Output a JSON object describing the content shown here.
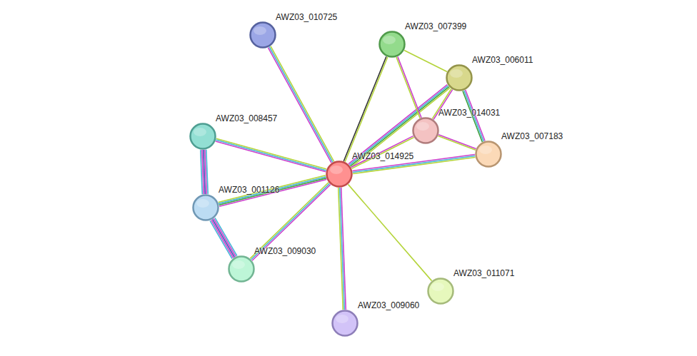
{
  "diagram": {
    "nodes": [
      {
        "text": [
          "AWZ03_010725"
        ]
      },
      {
        "text": [
          "AWZ03_007399"
        ]
      },
      {
        "text": [
          "AWZ03_006011"
        ]
      },
      {
        "text": [
          "AWZ03_014031"
        ]
      },
      {
        "text": [
          "AWZ03_008457"
        ]
      },
      {
        "text": [
          "AWZ03_007183"
        ]
      },
      {
        "text": [
          "AWZ03_014925"
        ]
      },
      {
        "text": [
          "AWZ03_001126"
        ]
      },
      {
        "text": [
          "AWZ03_009030"
        ]
      },
      {
        "text": [
          "AWZ03_011071"
        ]
      },
      {
        "text": [
          "AWZ03_009060"
        ]
      }
    ],
    "edges": [
      {
        "from": 6,
        "to": 0,
        "arrow": "none"
      },
      {
        "from": 6,
        "to": 1,
        "arrow": "none"
      },
      {
        "from": 6,
        "to": 2,
        "arrow": "none"
      },
      {
        "from": 6,
        "to": 3,
        "arrow": "none"
      },
      {
        "from": 6,
        "to": 4,
        "arrow": "none"
      },
      {
        "from": 6,
        "to": 5,
        "arrow": "none"
      },
      {
        "from": 6,
        "to": 7,
        "arrow": "none"
      },
      {
        "from": 6,
        "to": 8,
        "arrow": "none"
      },
      {
        "from": 6,
        "to": 9,
        "arrow": "none"
      },
      {
        "from": 6,
        "to": 10,
        "arrow": "none"
      },
      {
        "from": 1,
        "to": 2,
        "arrow": "none"
      },
      {
        "from": 1,
        "to": 3,
        "arrow": "none"
      },
      {
        "from": 2,
        "to": 3,
        "arrow": "none"
      },
      {
        "from": 2,
        "to": 5,
        "arrow": "none"
      },
      {
        "from": 3,
        "to": 5,
        "arrow": "none"
      },
      {
        "from": 4,
        "to": 7,
        "arrow": "none"
      },
      {
        "from": 7,
        "to": 8,
        "arrow": "none"
      }
    ]
  }
}
